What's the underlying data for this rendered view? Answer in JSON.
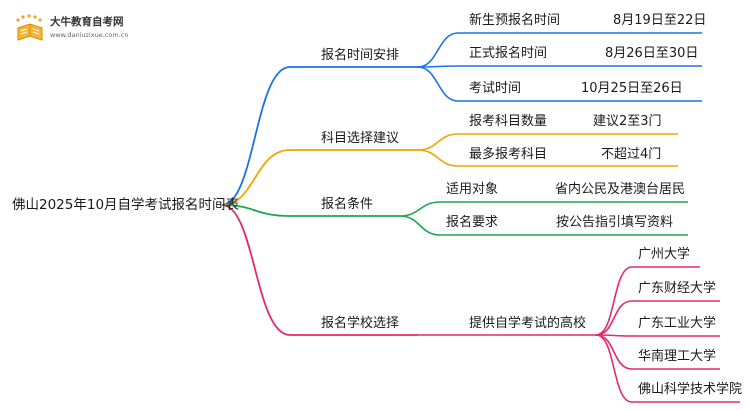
{
  "logo": {
    "name": "大牛教育自考网",
    "url": "www.daniuzixue.com.cn"
  },
  "root": "佛山2025年10月自学考试报名时间表",
  "branches": {
    "schedule": {
      "label": "报名时间安排",
      "color": "#1a73e8",
      "items": [
        {
          "label": "新生预报名时间",
          "value": "8月19日至22日"
        },
        {
          "label": "正式报名时间",
          "value": "8月26日至30日"
        },
        {
          "label": "考试时间",
          "value": "10月25日至26日"
        }
      ]
    },
    "subjects": {
      "label": "科目选择建议",
      "color": "#f0a500",
      "items": [
        {
          "label": "报考科目数量",
          "value": "建议2至3门"
        },
        {
          "label": "最多报考科目",
          "value": "不超过4门"
        }
      ]
    },
    "conditions": {
      "label": "报名条件",
      "color": "#1aa84a",
      "items": [
        {
          "label": "适用对象",
          "value": "省内公民及港澳台居民"
        },
        {
          "label": "报名要求",
          "value": "按公告指引填写资料"
        }
      ]
    },
    "schools": {
      "label": "报名学校选择",
      "color": "#e8276e",
      "sub": "提供自学考试的高校",
      "items": [
        "广州大学",
        "广东财经大学",
        "广东工业大学",
        "华南理工大学",
        "佛山科学技术学院"
      ]
    }
  }
}
